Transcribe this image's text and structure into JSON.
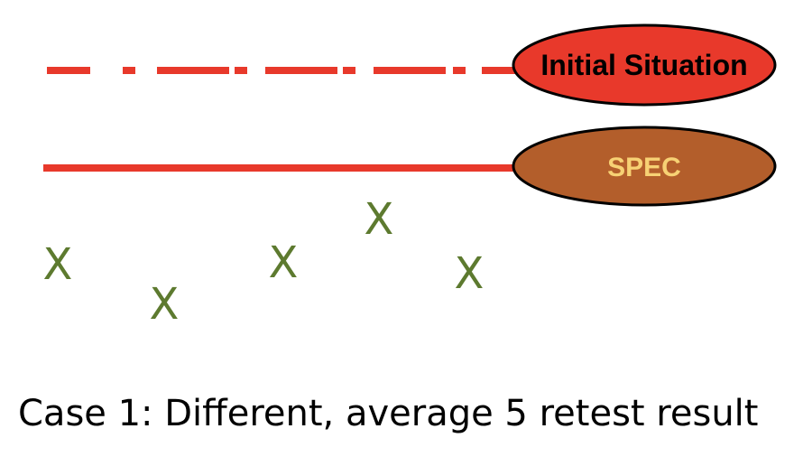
{
  "lines": {
    "initial": {
      "label": "Initial Situation",
      "line_color": "#e8392b",
      "fill_color": "#e8392b",
      "text_color": "#000000",
      "style": "dash-dot"
    },
    "spec": {
      "label": "SPEC",
      "line_color": "#e8392b",
      "fill_color": "#b35e2b",
      "text_color": "#f7d174",
      "style": "solid"
    }
  },
  "results": {
    "marker_symbol": "X",
    "marker_color": "#5d7a2f",
    "count": 5
  },
  "caption": "Case 1: Different, average 5 retest result"
}
